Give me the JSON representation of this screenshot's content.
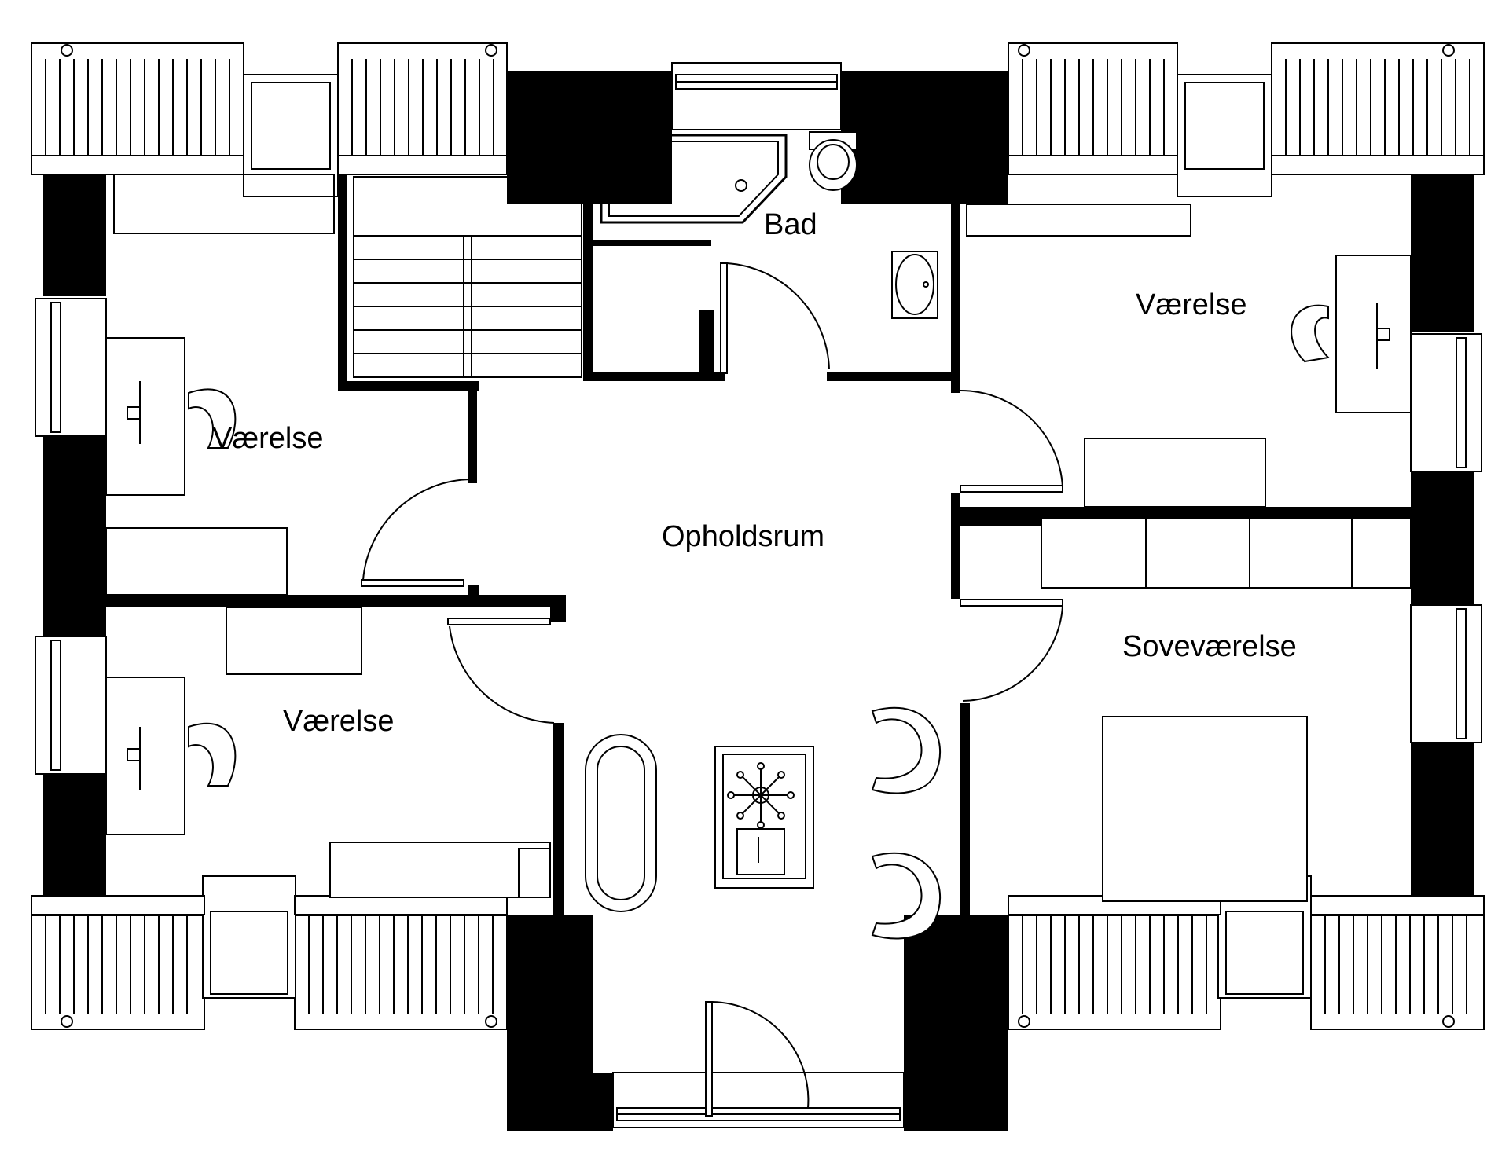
{
  "rooms": {
    "bath": "Bad",
    "room_top_left": "Værelse",
    "room_top_right": "Værelse",
    "room_bottom_left": "Værelse",
    "living": "Opholdsrum",
    "bedroom": "Soveværelse"
  }
}
